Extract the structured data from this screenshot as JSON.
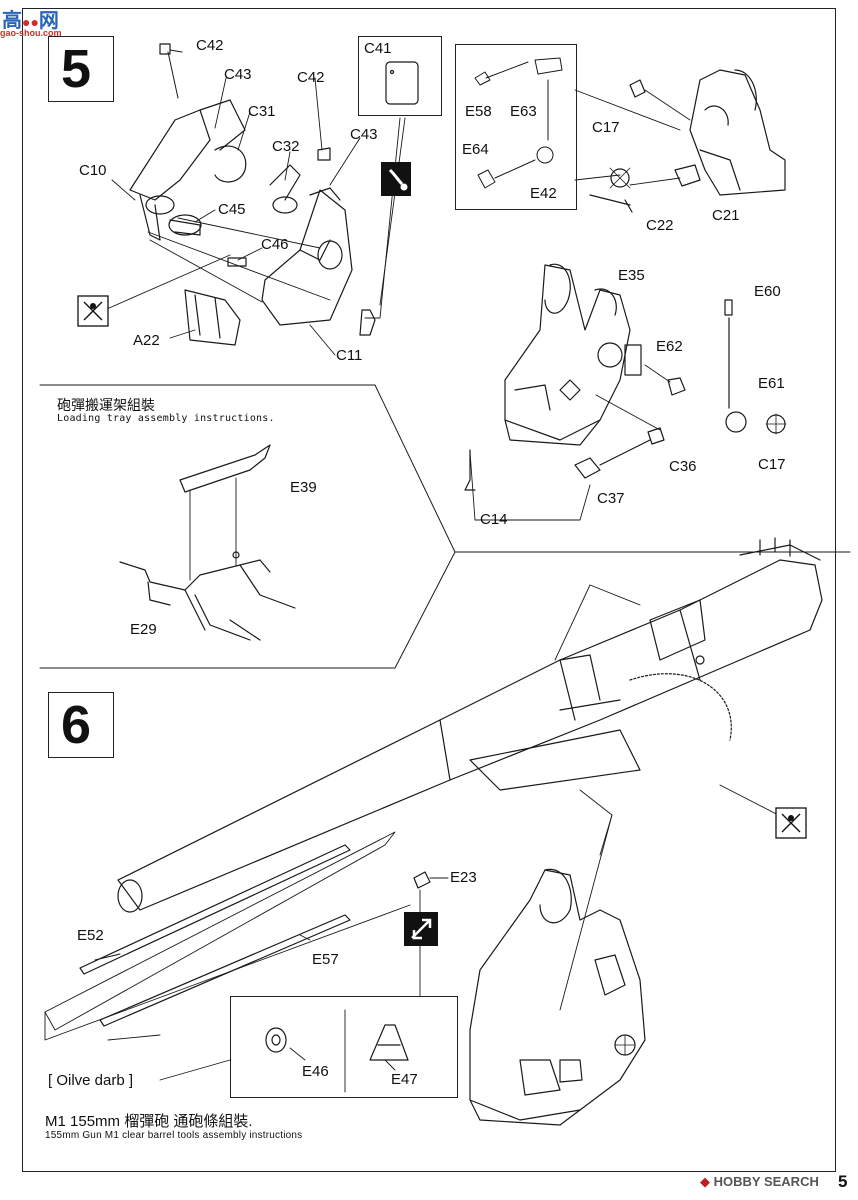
{
  "watermark_top": {
    "cn": "高",
    "rest": "网",
    "url": "gao-shou.com"
  },
  "watermark_bottom": "HOBBY SEARCH",
  "page_number": "5",
  "steps": [
    {
      "number": "5"
    },
    {
      "number": "6"
    }
  ],
  "parts_step5": [
    "C42",
    "C43",
    "C31",
    "C42",
    "C43",
    "C32",
    "C10",
    "C45",
    "C46",
    "A22",
    "C11",
    "C41"
  ],
  "parts_subA": [
    "E58",
    "E63",
    "E64",
    "E42",
    "C17",
    "C22",
    "C21"
  ],
  "parts_subB": [
    "E35",
    "E60",
    "E62",
    "E61",
    "C17",
    "C36",
    "C37",
    "C14"
  ],
  "loading_tray": {
    "title_cn": "砲彈搬運架組裝",
    "title_en": "Loading tray assembly instructions.",
    "parts": [
      "E39",
      "E29"
    ]
  },
  "parts_step6": [
    "E23",
    "E52",
    "E57",
    "E46",
    "E47"
  ],
  "paint_note": "[ Oilve darb ]",
  "caption": {
    "cn": "M1 155mm 榴彈砲  通砲條組裝.",
    "en": "155mm Gun M1 clear barrel tools assembly instructions"
  },
  "icons": [
    "glue-drop-icon",
    "cement-not-required-icon",
    "cut-remove-icon",
    "flip-over-icon"
  ],
  "colors": {
    "line": "#1a1a1a",
    "paper": "#ffffff",
    "wm_blue": "#2a64b8",
    "wm_red": "#d22b2b"
  }
}
